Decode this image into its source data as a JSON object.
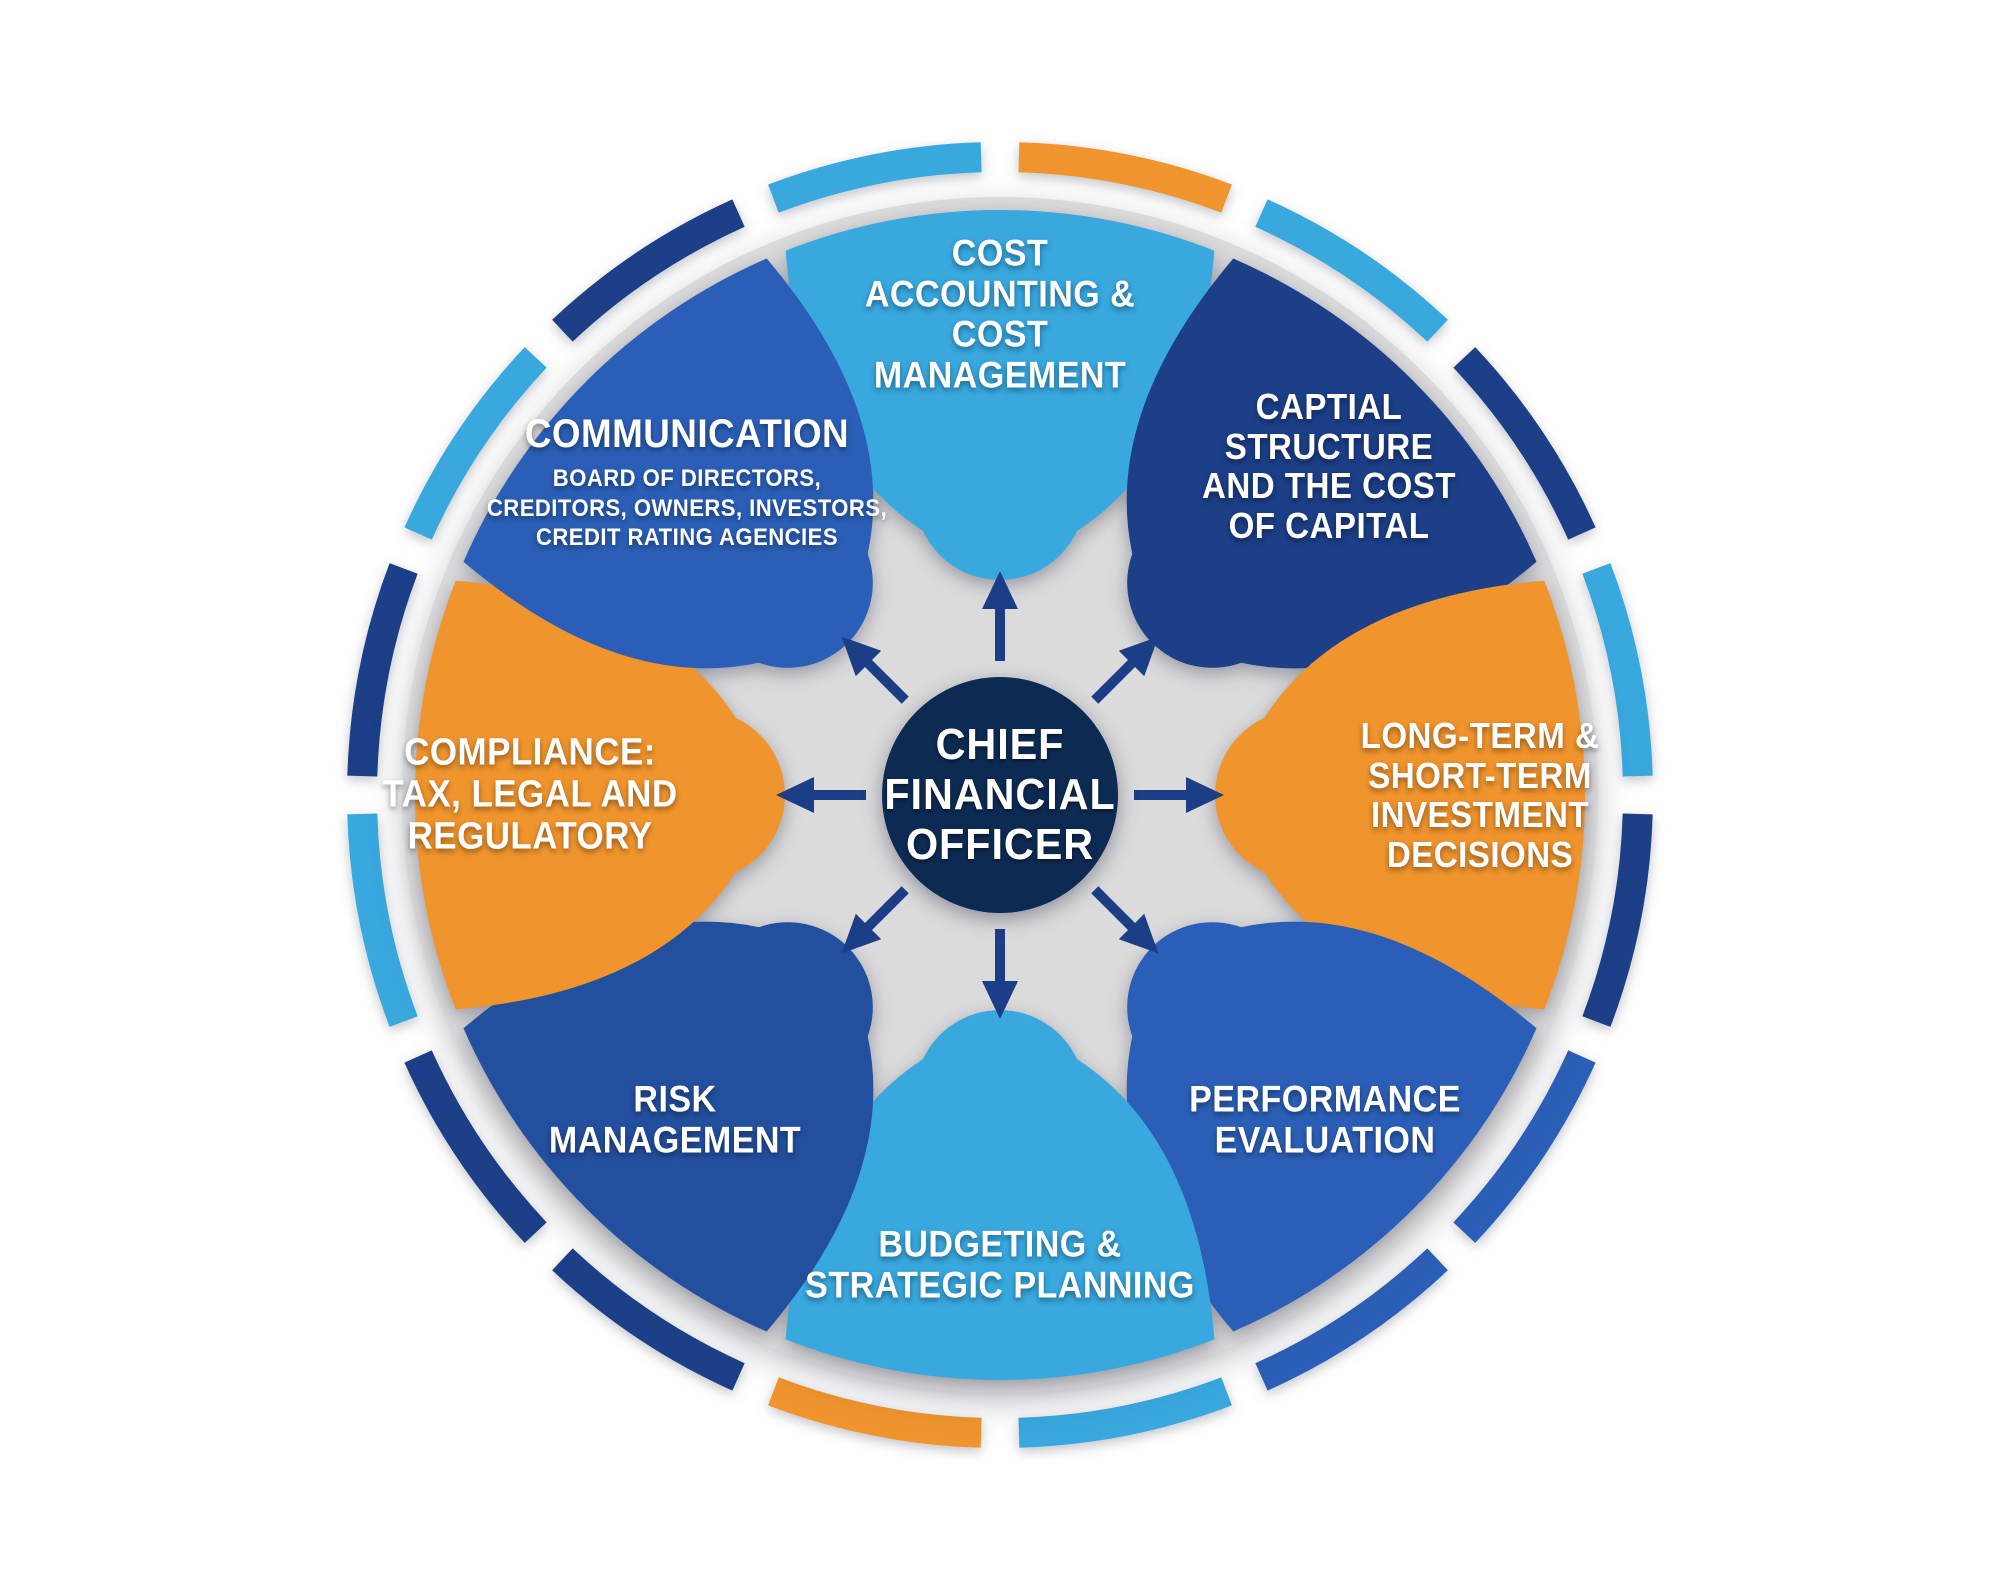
{
  "palette": {
    "light_blue": "#38A8DF",
    "royal_blue": "#2B5FB7",
    "navy": "#1C3F88",
    "risk_blue": "#234F9F",
    "orange": "#F0942D",
    "disc_gray": "#DBDBDC",
    "arrow_navy": "#1C3E86",
    "center_navy": "#0D2A52",
    "text_white": "#FFFFFF"
  },
  "center": {
    "lines": [
      "CHIEF",
      "FINANCIAL",
      "OFFICER"
    ]
  },
  "petals": [
    {
      "id": "cost-accounting",
      "angle": 0,
      "color_key": "light_blue",
      "lines": [
        "COST",
        "ACCOUNTING &",
        "COST",
        "MANAGEMENT"
      ]
    },
    {
      "id": "capital-structure",
      "angle": 45,
      "color_key": "navy",
      "lines": [
        "CAPTIAL",
        "STRUCTURE",
        "AND THE COST",
        "OF CAPITAL"
      ]
    },
    {
      "id": "investment-decisions",
      "angle": 90,
      "color_key": "orange",
      "lines": [
        "LONG-TERM &",
        "SHORT-TERM",
        "INVESTMENT",
        "DECISIONS"
      ]
    },
    {
      "id": "performance-evaluation",
      "angle": 135,
      "color_key": "royal_blue",
      "lines": [
        "PERFORMANCE",
        "EVALUATION"
      ]
    },
    {
      "id": "budgeting-strategic-planning",
      "angle": 180,
      "color_key": "light_blue",
      "lines": [
        "BUDGETING &",
        "STRATEGIC PLANNING"
      ]
    },
    {
      "id": "risk-management",
      "angle": 225,
      "color_key": "risk_blue",
      "lines": [
        "RISK",
        "MANAGEMENT"
      ]
    },
    {
      "id": "compliance",
      "angle": 270,
      "color_key": "orange",
      "lines": [
        "COMPLIANCE:",
        "TAX, LEGAL AND",
        "REGULATORY"
      ]
    },
    {
      "id": "communication",
      "angle": 315,
      "color_key": "royal_blue",
      "heading": "COMMUNICATION",
      "sub_lines": [
        "BOARD OF DIRECTORS,",
        "CREDITORS, OWNERS, INVESTORS,",
        "CREDIT RATING AGENCIES"
      ]
    }
  ],
  "ring_segments": [
    "orange",
    "light_blue",
    "navy",
    "light_blue",
    "navy",
    "royal_blue",
    "royal_blue",
    "light_blue",
    "orange",
    "navy",
    "navy",
    "light_blue",
    "navy",
    "light_blue",
    "navy",
    "light_blue"
  ],
  "arrow_directions": [
    "up",
    "up-right",
    "right",
    "down-right",
    "down",
    "down-left",
    "left",
    "up-left"
  ]
}
